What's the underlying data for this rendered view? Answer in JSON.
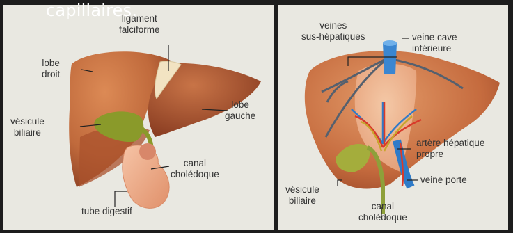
{
  "caption": "capillaires.",
  "left_panel": {
    "labels": {
      "ligament": [
        "ligament",
        "falciforme"
      ],
      "lobe_droit": [
        "lobe",
        "droit"
      ],
      "lobe_gauche": [
        "lobe",
        "gauche"
      ],
      "vesicule": [
        "vésicule",
        "biliaire"
      ],
      "canal": [
        "canal",
        "cholédoque"
      ],
      "tube": "tube digestif"
    }
  },
  "right_panel": {
    "labels": {
      "veines": [
        "veines",
        "sus-hépatiques"
      ],
      "veine_cave": [
        "veine cave",
        "inférieure"
      ],
      "artere": [
        "artère hépatique",
        "propre"
      ],
      "veine_porte": "veine porte",
      "vesicule": [
        "vésicule",
        "biliaire"
      ],
      "canal": [
        "canal",
        "cholédoque"
      ]
    }
  },
  "colors": {
    "liver": "#c8703f",
    "liver_dark": "#8e4124",
    "gallbladder": "#8a9a2a",
    "duct": "#9aa83a",
    "vein_blue": "#2f7bc8",
    "artery_red": "#d93a2a",
    "panel_bg": "#e9e8e1"
  }
}
